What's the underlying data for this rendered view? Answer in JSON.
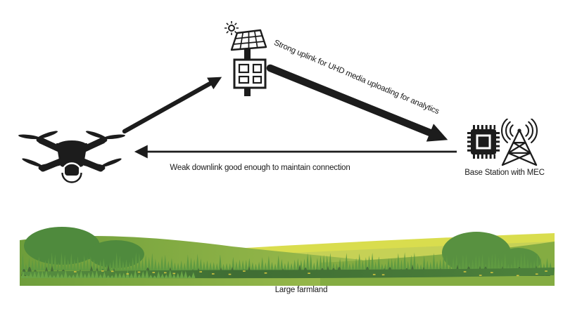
{
  "diagram": {
    "labels": {
      "uplink": "Strong uplink for UHD media uploading for analytics",
      "downlink": "Weak downlink good enough to maintain connection",
      "base_station": "Base Station with MEC",
      "farmland": "Large farmland"
    },
    "icons": {
      "drone": "drone-icon",
      "sun": "sun-icon",
      "solar_sensor": "solar-sensor-icon",
      "chip": "chip-icon",
      "radio_tower": "radio-tower-icon"
    },
    "colors": {
      "ink": "#1c1c1c",
      "band_yellow": "#d9dd4e",
      "band_yellow2": "#c6d156",
      "hill_left_dark": "#6e9e3b",
      "hill_left_light": "#9cbb4c",
      "hill_right": "#84ac42",
      "bush_left": "#4f8a3d",
      "bush_right": "#589140",
      "grass_mid": "#5f9a41",
      "grass_dark": "#456f38",
      "grass_light": "#6aa546",
      "strip_left": "#579040",
      "strip_mid": "#3f6d33",
      "strip_right": "#4d823c",
      "speck_yellow": "#d3c63e"
    }
  }
}
